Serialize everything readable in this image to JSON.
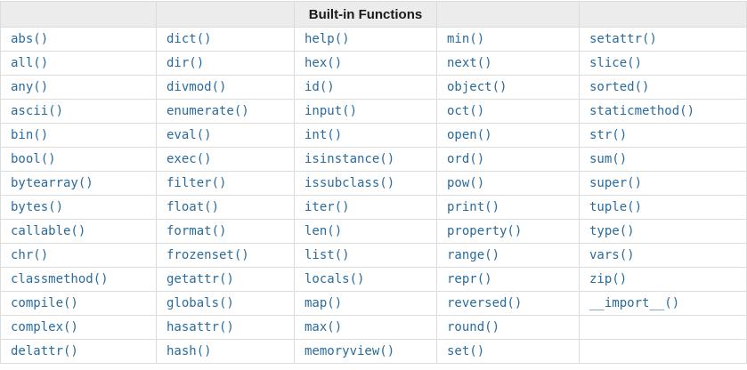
{
  "table": {
    "title": "Built-in Functions",
    "colors": {
      "link": "#2a6b9e",
      "border": "#dcdcdc",
      "header_bg": "#ececec",
      "header_text": "#1a1a1a"
    },
    "rows": [
      [
        "abs()",
        "dict()",
        "help()",
        "min()",
        "setattr()"
      ],
      [
        "all()",
        "dir()",
        "hex()",
        "next()",
        "slice()"
      ],
      [
        "any()",
        "divmod()",
        "id()",
        "object()",
        "sorted()"
      ],
      [
        "ascii()",
        "enumerate()",
        "input()",
        "oct()",
        "staticmethod()"
      ],
      [
        "bin()",
        "eval()",
        "int()",
        "open()",
        "str()"
      ],
      [
        "bool()",
        "exec()",
        "isinstance()",
        "ord()",
        "sum()"
      ],
      [
        "bytearray()",
        "filter()",
        "issubclass()",
        "pow()",
        "super()"
      ],
      [
        "bytes()",
        "float()",
        "iter()",
        "print()",
        "tuple()"
      ],
      [
        "callable()",
        "format()",
        "len()",
        "property()",
        "type()"
      ],
      [
        "chr()",
        "frozenset()",
        "list()",
        "range()",
        "vars()"
      ],
      [
        "classmethod()",
        "getattr()",
        "locals()",
        "repr()",
        "zip()"
      ],
      [
        "compile()",
        "globals()",
        "map()",
        "reversed()",
        "__import__()"
      ],
      [
        "complex()",
        "hasattr()",
        "max()",
        "round()",
        ""
      ],
      [
        "delattr()",
        "hash()",
        "memoryview()",
        "set()",
        ""
      ]
    ]
  }
}
